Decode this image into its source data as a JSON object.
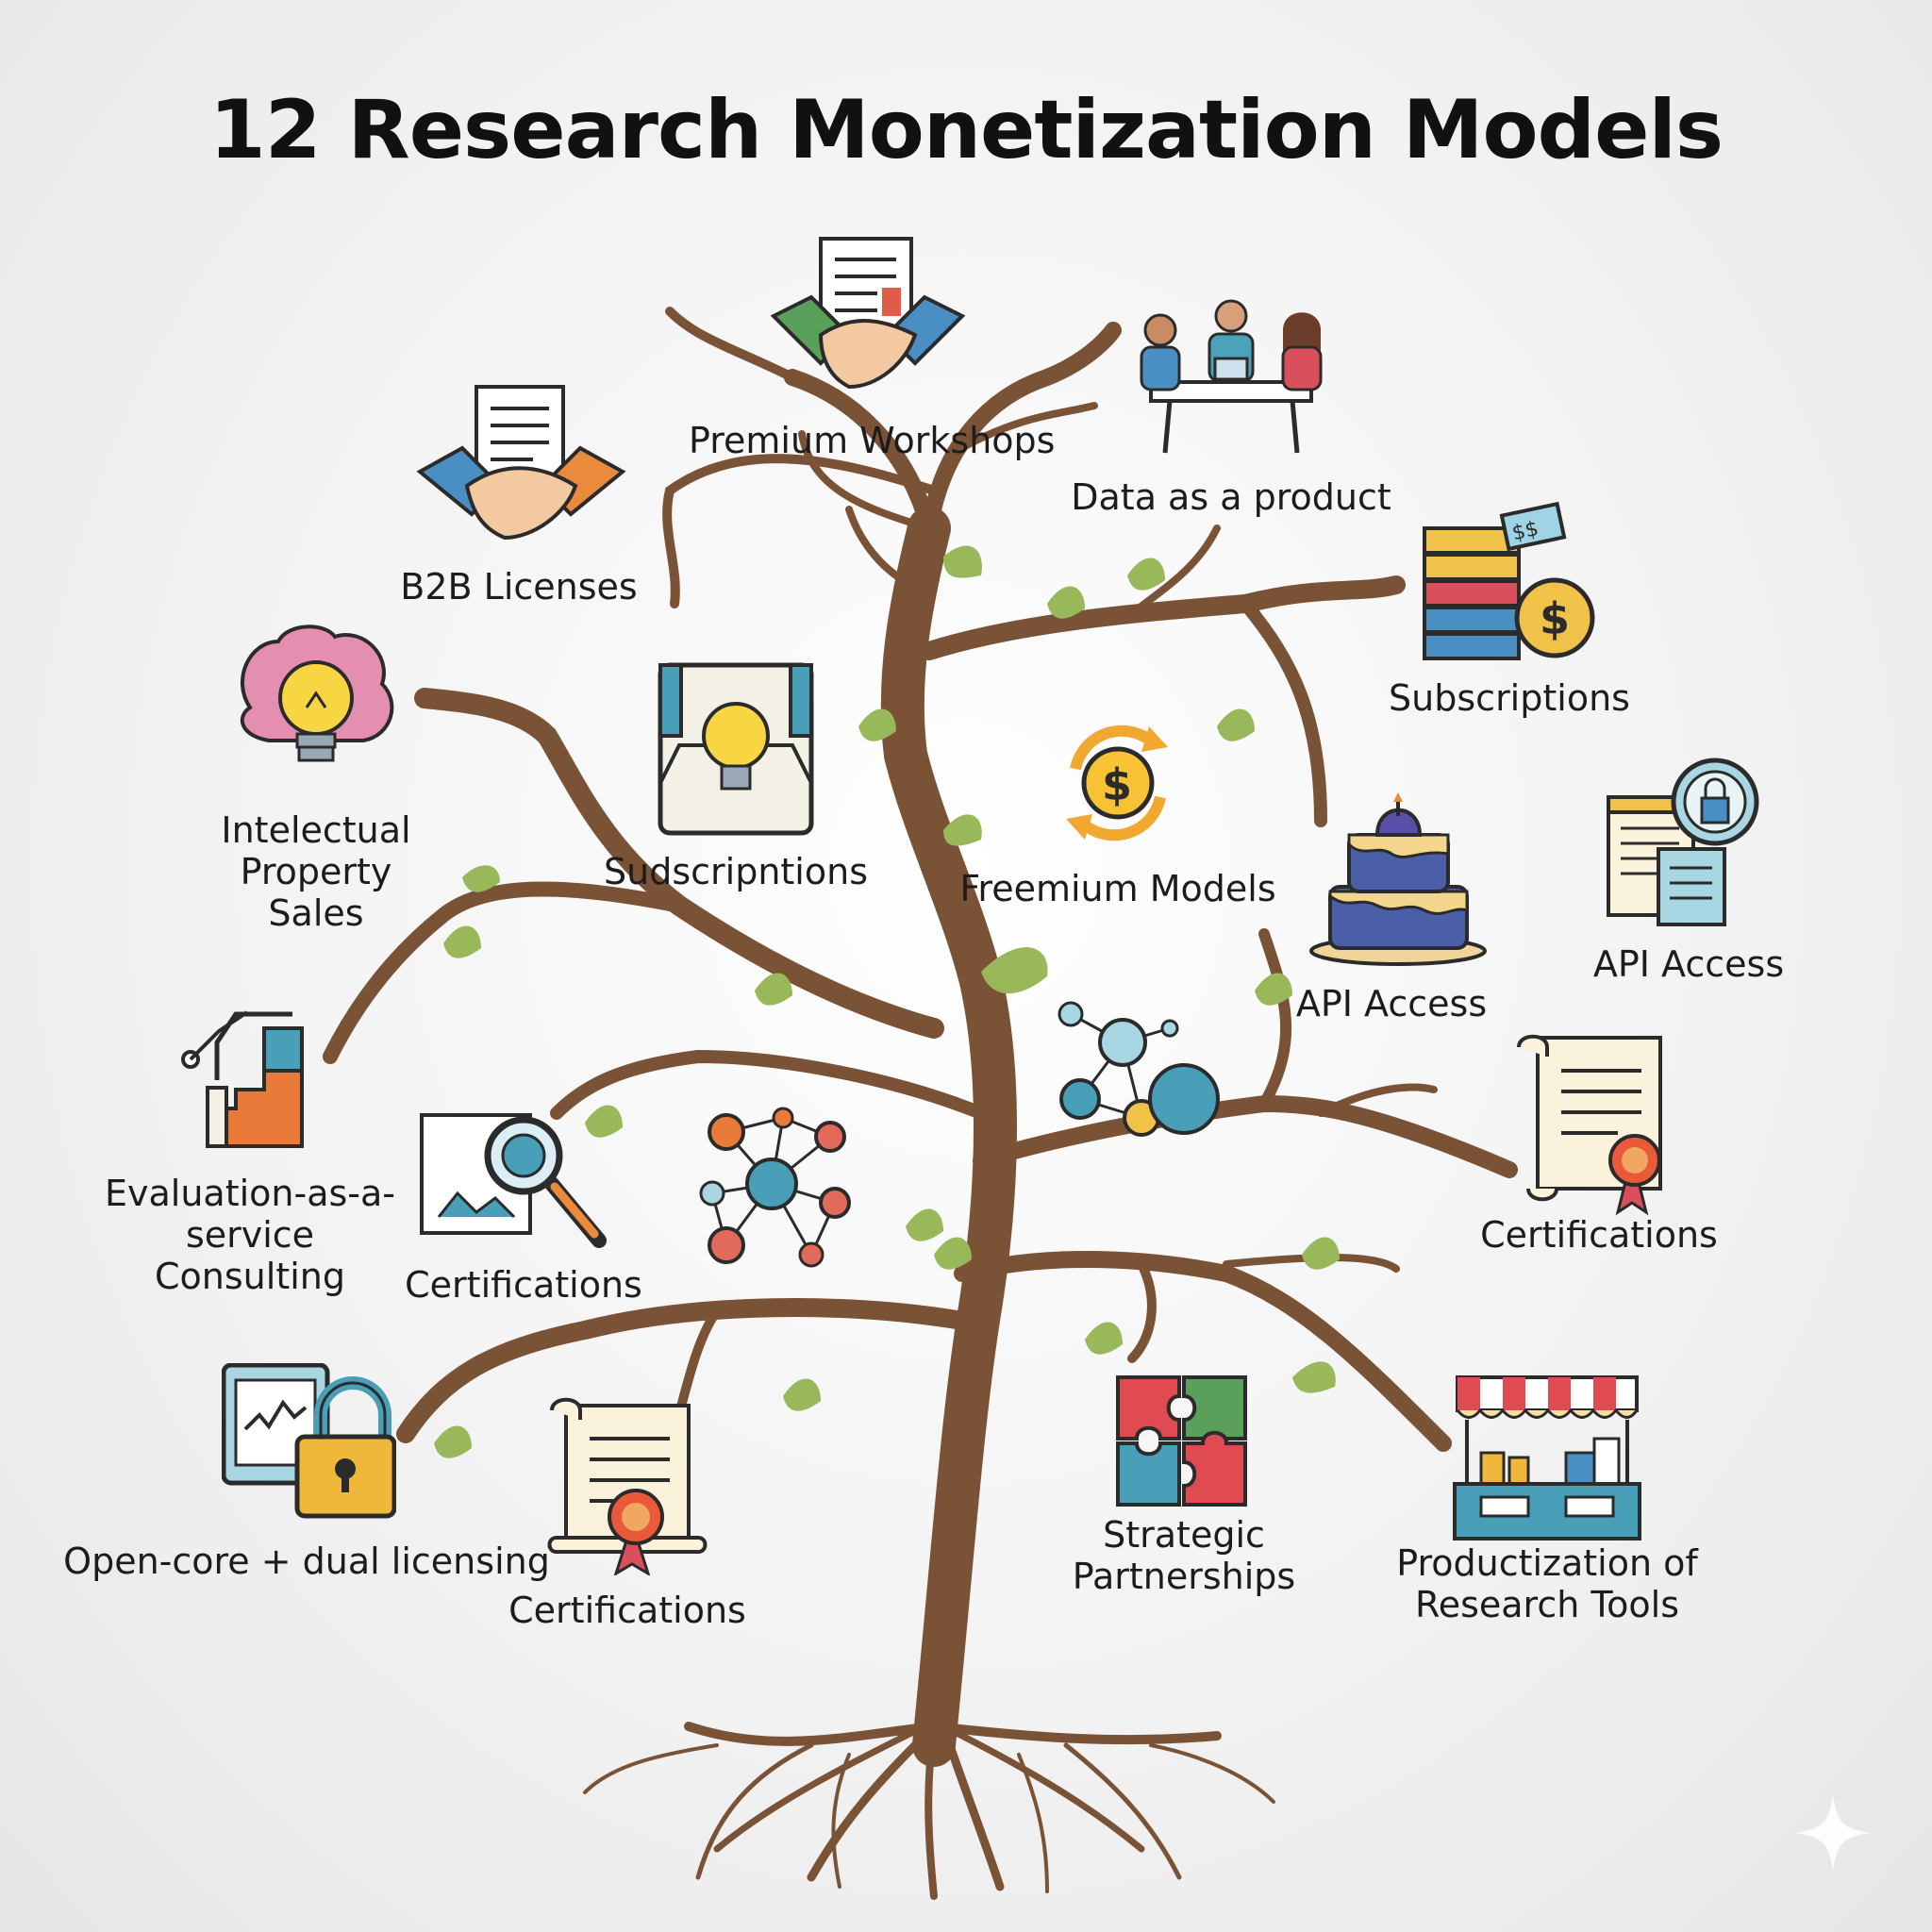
{
  "title": "12 Research Monetization Models",
  "nodes": [
    {
      "id": "premium-workshops",
      "icon": "handshake-document-icon",
      "label": "Premium Workshops"
    },
    {
      "id": "data-product",
      "icon": "team-meeting-icon",
      "label": "Data as a product"
    },
    {
      "id": "b2b-licenses",
      "icon": "handshake-document-icon",
      "label": "B2B Licenses"
    },
    {
      "id": "subscriptions-top",
      "icon": "stacked-cash-coin-icon",
      "label": "Subscriptions"
    },
    {
      "id": "ip-sales",
      "icon": "brain-lightbulb-icon",
      "label": "Intelectual\nProperty\nSales"
    },
    {
      "id": "subscriptions-mid",
      "icon": "lightbulb-screen-icon",
      "label": "Sudscripntions"
    },
    {
      "id": "freemium",
      "icon": "dollar-cycle-icon",
      "label": "Freemium Models"
    },
    {
      "id": "api-cake",
      "icon": "layered-cake-icon",
      "label": "API Access"
    },
    {
      "id": "api-right",
      "icon": "document-lock-icon",
      "label": "API Access"
    },
    {
      "id": "eval-consulting",
      "icon": "robot-arm-stairs-icon",
      "label": "Evaluation-as-a-service\nConsulting"
    },
    {
      "id": "cert-magnifier",
      "icon": "magnifier-document-icon",
      "label": "Certifications"
    },
    {
      "id": "network-hub",
      "icon": "network-nodes-icon",
      "label": ""
    },
    {
      "id": "network-small",
      "icon": "molecule-network-icon",
      "label": ""
    },
    {
      "id": "cert-right",
      "icon": "certificate-scroll-icon",
      "label": "Certifications"
    },
    {
      "id": "open-core",
      "icon": "tablet-padlock-icon",
      "label": "Open-core + dual licensing"
    },
    {
      "id": "cert-bottom",
      "icon": "certificate-scroll-icon",
      "label": "Certifications"
    },
    {
      "id": "partnerships",
      "icon": "puzzle-pieces-icon",
      "label": "Strategic\nPartnerships"
    },
    {
      "id": "productization",
      "icon": "market-stall-icon",
      "label": "Productization of\nResearch Tools"
    }
  ],
  "colors": {
    "trunk": "#7a5236",
    "leaf": "#98b85a",
    "outline": "#2b2b2b"
  }
}
